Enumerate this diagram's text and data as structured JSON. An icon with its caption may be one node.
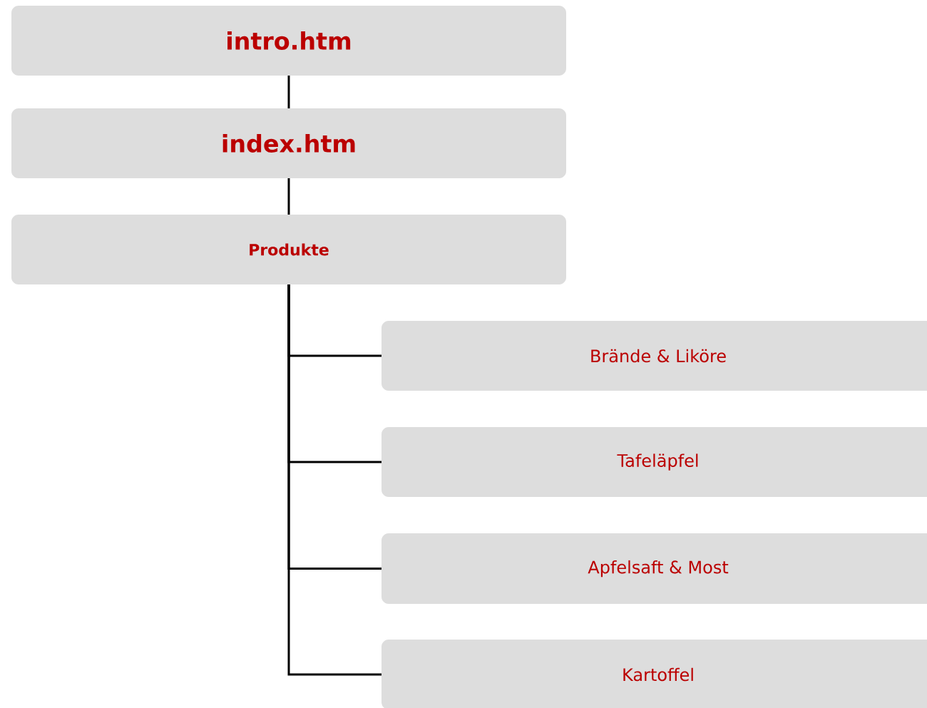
{
  "diagram": {
    "nodes": [
      {
        "text": [
          "intro.htm"
        ]
      },
      {
        "text": [
          "index.htm"
        ]
      },
      {
        "text": [
          "Produkte"
        ]
      },
      {
        "text": [
          "Brände & Liköre"
        ]
      },
      {
        "text": [
          "Tafeläpfel"
        ]
      },
      {
        "text": [
          "Apfelsaft & Most"
        ]
      },
      {
        "text": [
          "Kartoffel"
        ]
      }
    ],
    "edges": [
      {
        "from": 0,
        "to": 1,
        "arrow": "none"
      },
      {
        "from": 1,
        "to": 2,
        "arrow": "none"
      },
      {
        "from": 2,
        "to": 3,
        "arrow": "none"
      },
      {
        "from": 2,
        "to": 4,
        "arrow": "none"
      },
      {
        "from": 2,
        "to": 5,
        "arrow": "none"
      },
      {
        "from": 2,
        "to": 6,
        "arrow": "none"
      }
    ]
  }
}
